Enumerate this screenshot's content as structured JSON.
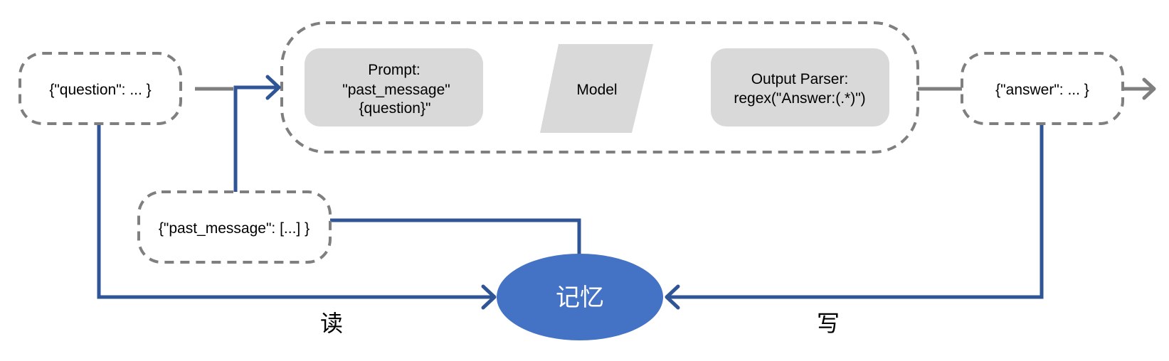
{
  "nodes": {
    "question_input": {
      "label": "{\"question\": ... }"
    },
    "prompt": {
      "lines": [
        "Prompt:",
        "\"past_message\"",
        "{question}\""
      ]
    },
    "model": {
      "label": "Model"
    },
    "output_parser": {
      "lines": [
        "Output Parser:",
        "regex(\"Answer:(.*)\")"
      ]
    },
    "answer_output": {
      "label": "{\"answer\": ... }"
    },
    "past_message": {
      "label": "{\"past_message\": [...] }"
    },
    "memory": {
      "label": "记忆"
    }
  },
  "edge_labels": {
    "read": "读",
    "write": "写"
  },
  "colors": {
    "memory_fill": "#4472c4",
    "connector_blue": "#2f5597",
    "dashed_gray": "#7f7f7f",
    "block_fill": "#d9d9d9"
  }
}
